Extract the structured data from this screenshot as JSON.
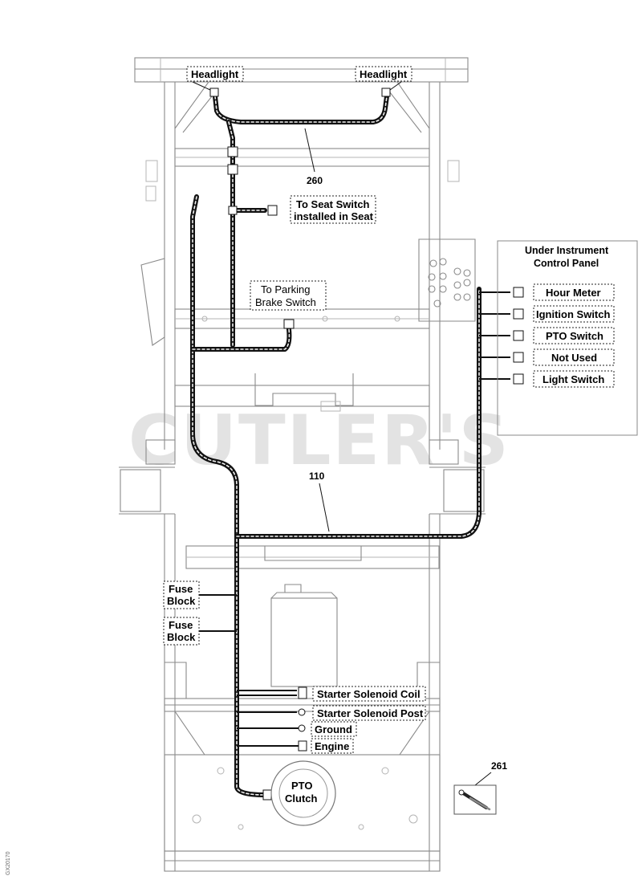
{
  "watermark": "CUTLER'S",
  "panel": {
    "title_line1": "Under Instrument",
    "title_line2": "Control Panel"
  },
  "labels": {
    "headlight_left": "Headlight",
    "headlight_right": "Headlight",
    "seat_switch_line1": "To Seat Switch",
    "seat_switch_line2": "installed in Seat",
    "parking_line1": "To Parking",
    "parking_line2": "Brake Switch",
    "hour_meter": "Hour Meter",
    "ignition_switch": "Ignition Switch",
    "pto_switch": "PTO Switch",
    "not_used": "Not Used",
    "light_switch": "Light Switch",
    "fuse_block_1_line1": "Fuse",
    "fuse_block_1_line2": "Block",
    "fuse_block_2_line1": "Fuse",
    "fuse_block_2_line2": "Block",
    "starter_solenoid_coil": "Starter Solenoid Coil",
    "starter_solenoid_post": "Starter Solenoid Post",
    "ground": "Ground",
    "engine": "Engine",
    "pto_clutch_line1": "PTO",
    "pto_clutch_line2": "Clutch"
  },
  "part_numbers": {
    "harness_260": "260",
    "harness_110": "110",
    "part_261": "261"
  },
  "ref_code": "GX20170"
}
